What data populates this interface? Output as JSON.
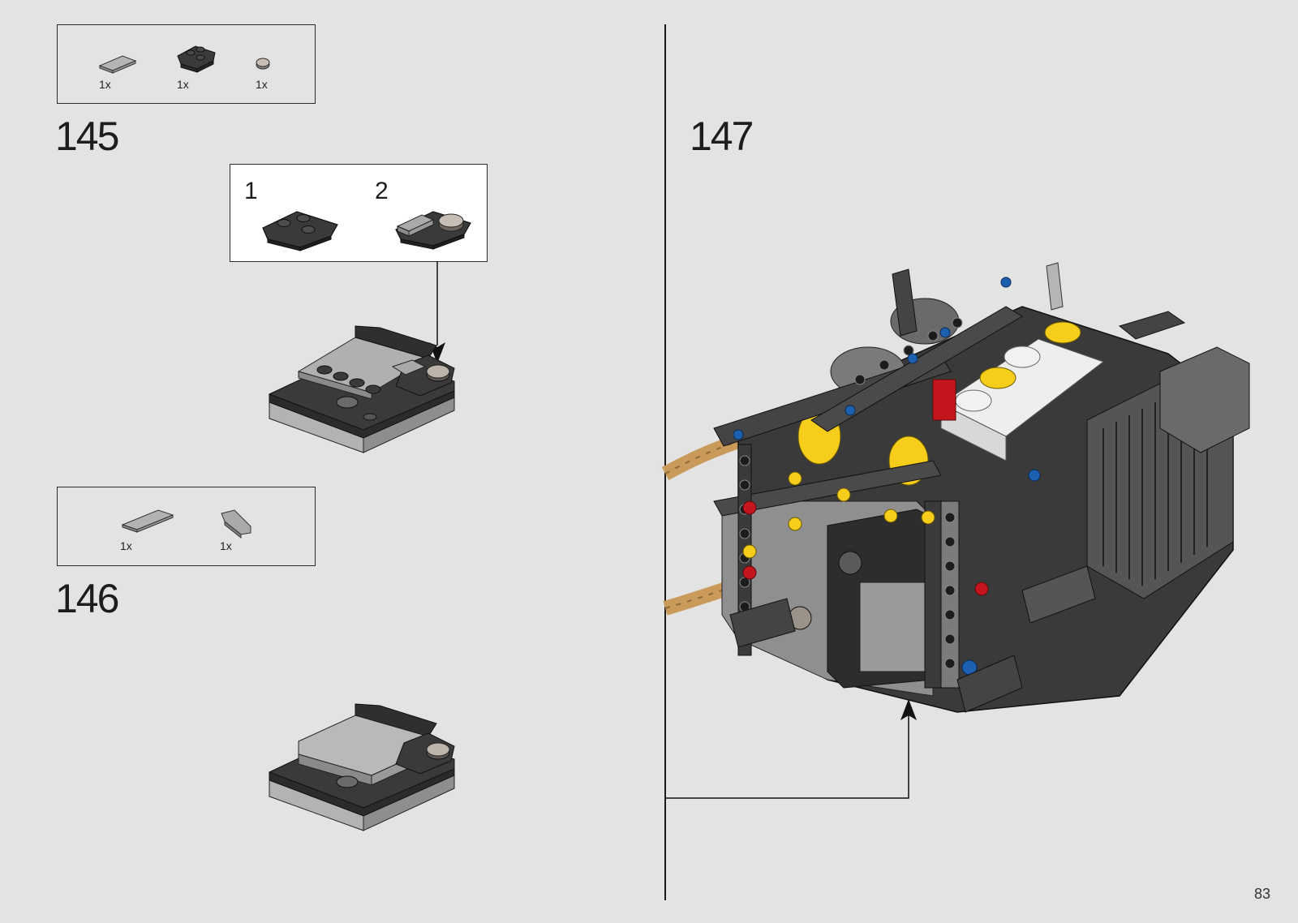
{
  "steps": [
    {
      "number": "145",
      "parts": [
        {
          "icon": "grey-tile-1x2-icon",
          "qty": "1x"
        },
        {
          "icon": "dark-wedge-plate-icon",
          "qty": "1x"
        },
        {
          "icon": "round-tile-trans-brown-icon",
          "qty": "1x"
        }
      ],
      "callout_steps": [
        "1",
        "2"
      ]
    },
    {
      "number": "146",
      "parts": [
        {
          "icon": "grey-tile-1x3-icon",
          "qty": "1x"
        },
        {
          "icon": "grey-curved-slope-icon",
          "qty": "1x"
        }
      ]
    },
    {
      "number": "147"
    }
  ],
  "page_number": "83",
  "colors": {
    "background": "#e3e3e3",
    "dark_grey": "#3a3a3a",
    "light_grey": "#a6a6a6",
    "yellow": "#f5cd1a",
    "red": "#c4161c",
    "blue": "#1d5fb0",
    "tan": "#c99a5a"
  }
}
